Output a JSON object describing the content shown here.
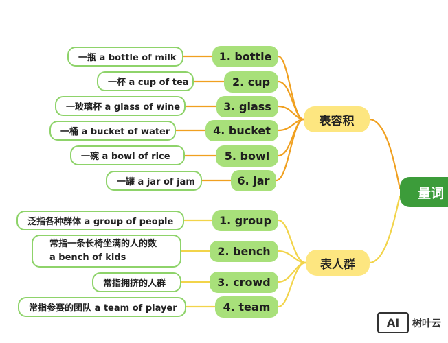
{
  "root": {
    "label": "量词"
  },
  "groups": [
    {
      "label": "表容积",
      "items": [
        {
          "word": "1. bottle",
          "note": "一瓶 a bottle of milk"
        },
        {
          "word": "2. cup",
          "note": "一杯 a cup of tea"
        },
        {
          "word": "3. glass",
          "note": "一玻璃杯 a glass of wine"
        },
        {
          "word": "4. bucket",
          "note": "一桶 a bucket of water"
        },
        {
          "word": "5. bowl",
          "note": "一碗 a bowl of rice"
        },
        {
          "word": "6. jar",
          "note": "一罐 a jar of jam"
        }
      ]
    },
    {
      "label": "表人群",
      "items": [
        {
          "word": "1. group",
          "note": "泛指各种群体  a group of people"
        },
        {
          "word": "2. bench",
          "note_line1": "常指一条长椅坐满的人的数",
          "note_line2": "a bench of kids"
        },
        {
          "word": "3. crowd",
          "note": "常指拥挤的人群"
        },
        {
          "word": "4. team",
          "note": "常指参赛的团队 a team of player"
        }
      ]
    }
  ],
  "watermark": {
    "logo": "AI",
    "text": "树叶云"
  },
  "colors": {
    "leaf": "#a8e07a",
    "note_border": "#8ed36a",
    "branch": "#fde680",
    "root": "#3c9c3a",
    "line_orange": "#f0a020",
    "line_yellow": "#f2d44a"
  }
}
